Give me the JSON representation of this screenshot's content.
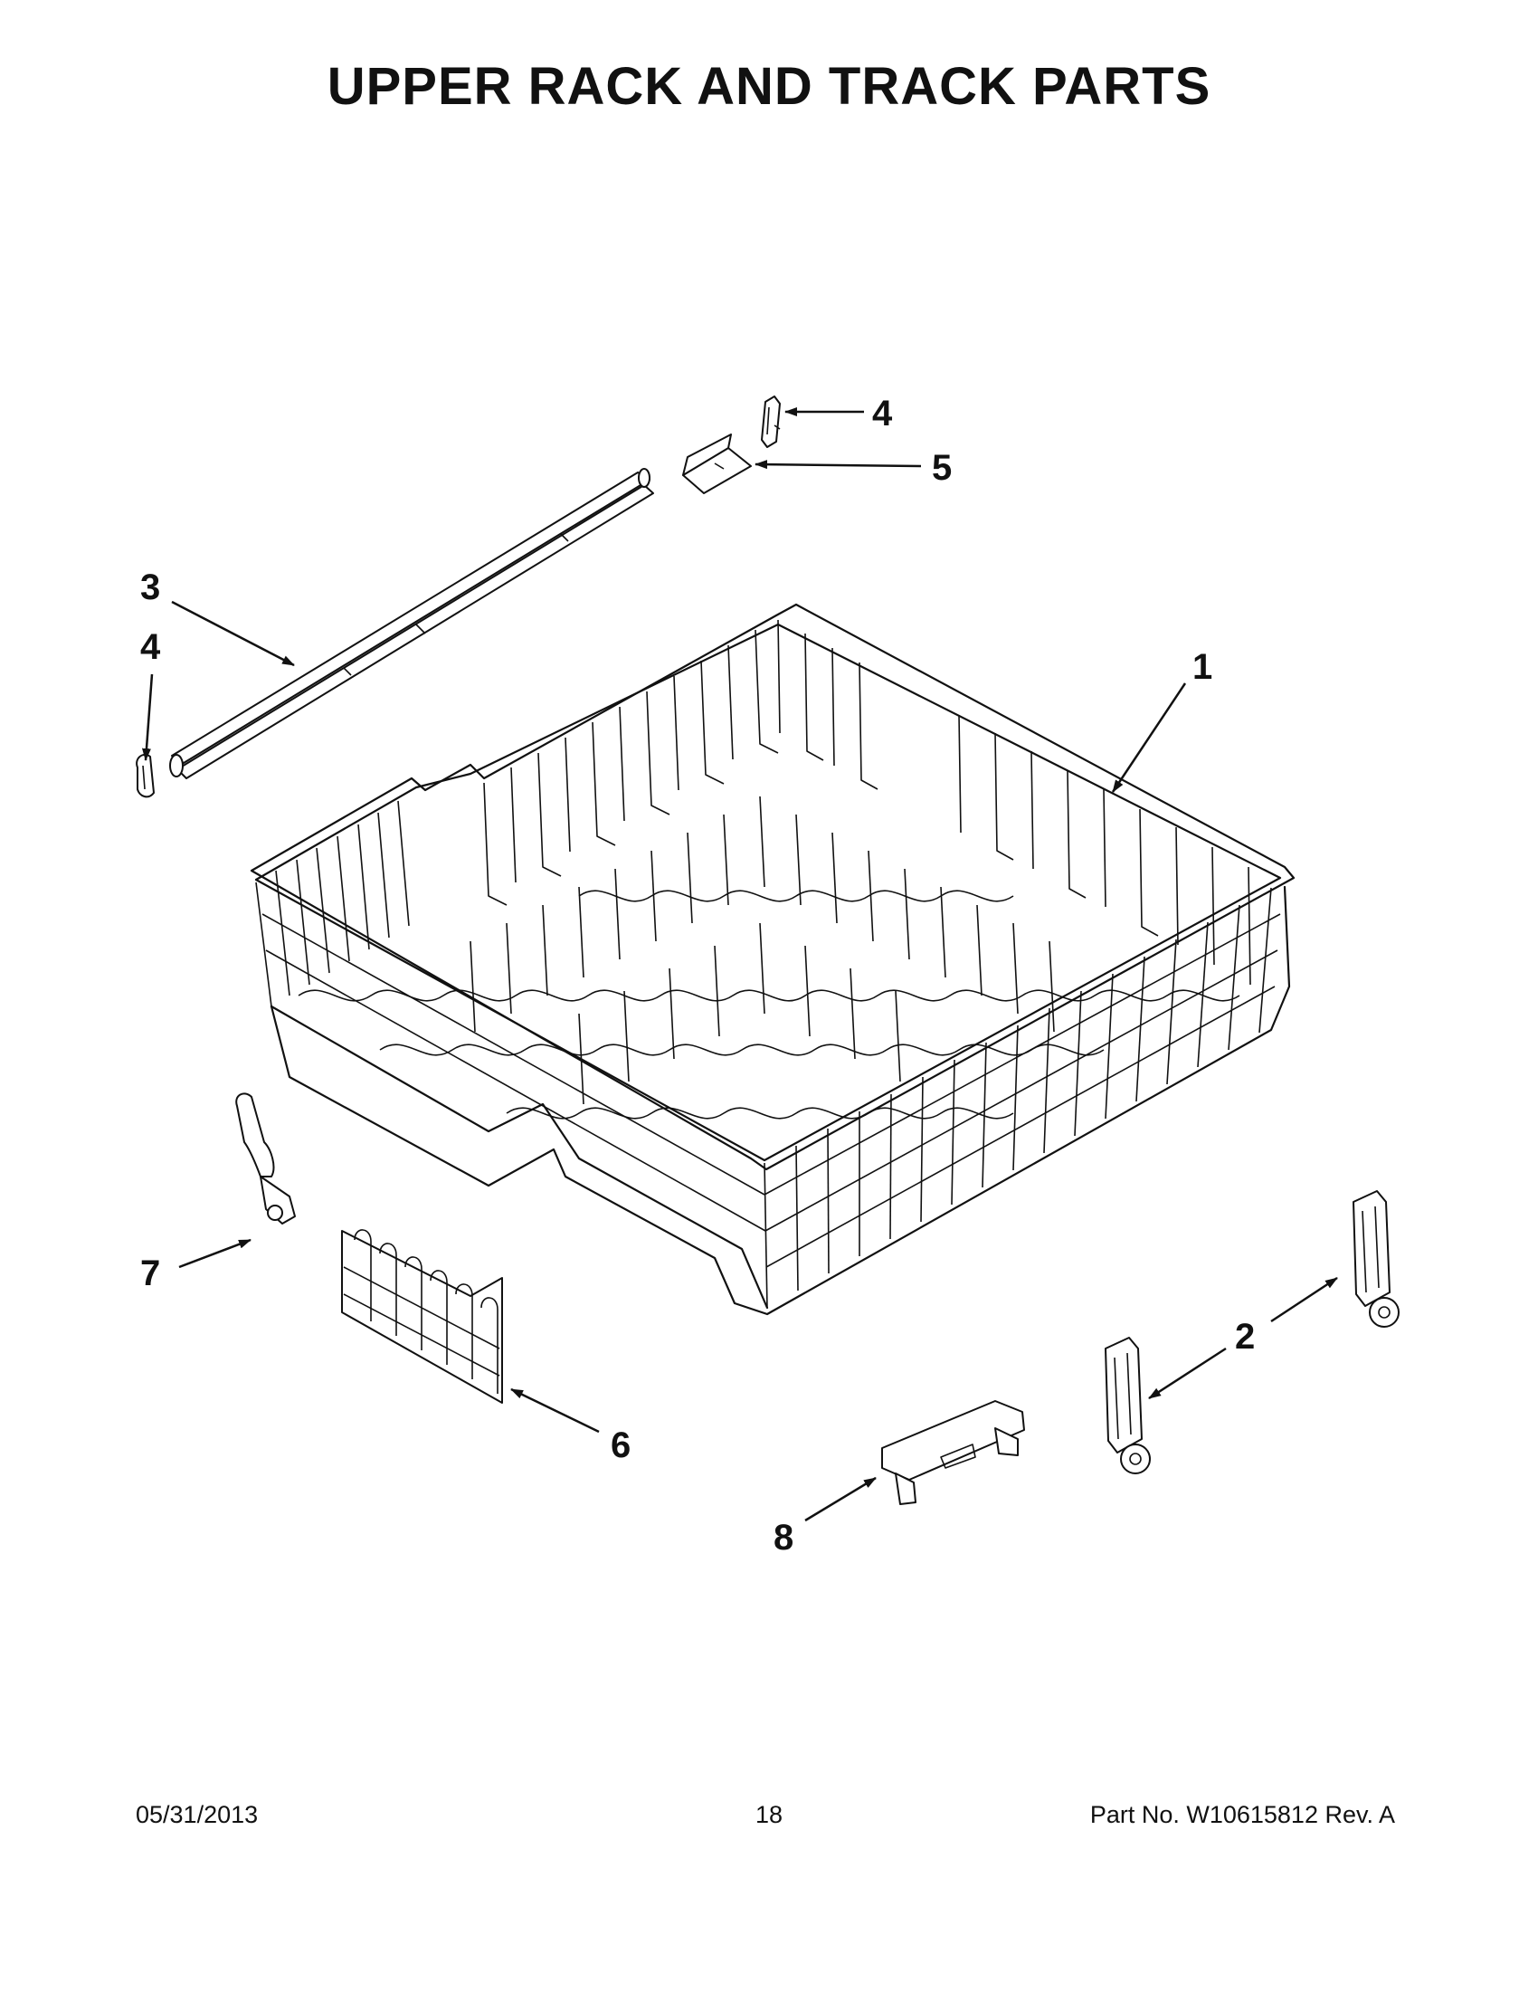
{
  "title": "UPPER RACK AND TRACK PARTS",
  "footer": {
    "date": "05/31/2013",
    "page": "18",
    "part_number": "Part No.  W10615812  Rev.  A"
  },
  "callouts": {
    "rack": "1",
    "roller_a": "2",
    "track": "3",
    "end_cap_top": "4",
    "end_cap_left": "4",
    "stop": "5",
    "tine_row": "6",
    "clip": "7",
    "bracket": "8"
  }
}
